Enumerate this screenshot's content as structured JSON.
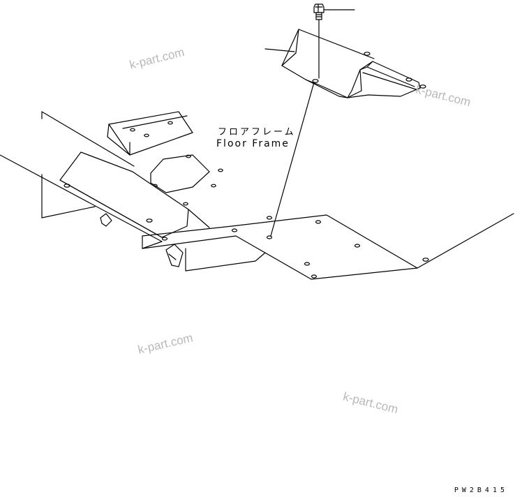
{
  "floor_frame": {
    "label_jp": "フロアフレーム",
    "label_en": "Floor Frame"
  },
  "diagram_code": "PW2B415",
  "watermark": "k-part.com",
  "line_color": "#000000",
  "watermark_color": "#b8b8b8"
}
